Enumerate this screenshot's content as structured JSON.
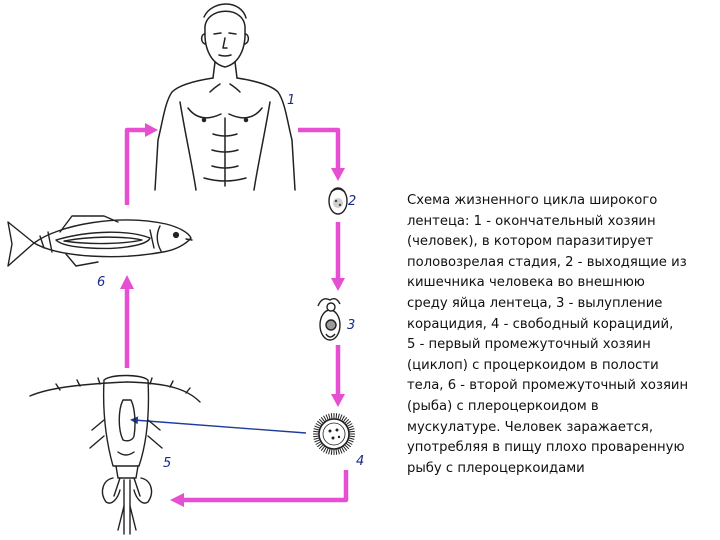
{
  "diagram": {
    "stage_labels": [
      "1",
      "2",
      "3",
      "4",
      "5",
      "6"
    ],
    "stages": [
      {
        "number": "1",
        "icon": "human-figure-icon"
      },
      {
        "number": "2",
        "icon": "egg-icon"
      },
      {
        "number": "3",
        "icon": "hatching-egg-icon"
      },
      {
        "number": "4",
        "icon": "coracidium-icon"
      },
      {
        "number": "5",
        "icon": "copepod-icon"
      },
      {
        "number": "6",
        "icon": "fish-icon"
      }
    ],
    "colors": {
      "cycle_arrow": "#e64fd2",
      "pointer_arrow": "#1f3b9e",
      "label": "#1a2a8a",
      "line_art": "#222222"
    }
  },
  "caption": {
    "text": "Схема жизненного цикла широкого\nлентеца: 1 - окончательный хозяин\n(человек), в котором паразитирует\nполовозрелая стадия, 2 - выходящие из\nкишечника человека во внешнюю\nсреду яйца лентеца, 3 - вылупление\nкорацидия, 4 - свободный корацидий,\n5 - первый промежуточный хозяин\n(циклоп) с процеркоидом в полости\nтела, 6 - второй промежуточный хозяин\n(рыба) с плероцеркоидом в\nмускулатуре. Человек заражается,\nупотребляя в пищу плохо проваренную\nрыбу с плероцеркоидами"
  }
}
